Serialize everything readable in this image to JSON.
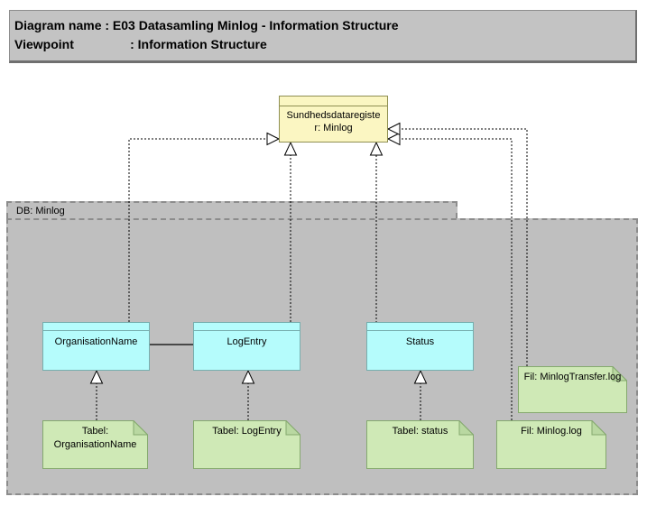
{
  "title_block": {
    "line1": "Diagram name : E03 Datasamling Minlog - Information Structure",
    "line2": "Viewpoint                : Information Structure"
  },
  "group": {
    "label": "DB: Minlog"
  },
  "register": {
    "name": "Sundhedsdataregister: Minlog",
    "label_lines": [
      "Sundhedsdataregiste",
      "r: Minlog"
    ]
  },
  "entities": [
    {
      "label": "OrganisationName"
    },
    {
      "label": "LogEntry"
    },
    {
      "label": "Status"
    }
  ],
  "notes": [
    {
      "label": "Tabel: OrganisationName"
    },
    {
      "label": "Tabel: LogEntry"
    },
    {
      "label": "Tabel: status"
    },
    {
      "label": "Fil: Minlog.log"
    },
    {
      "label": "Fil: MinlogTransfer.log"
    }
  ],
  "colors": {
    "titlebar_fill": "#c3c3c3",
    "titlebar_border": "#6f6f6f",
    "group_fill": "#bfbfbf",
    "group_border": "#8c8c8c",
    "register_fill": "#fbf6c2",
    "register_border": "#8f8f52",
    "entity_fill": "#b5fcfc",
    "entity_border": "#76aeae",
    "note_fill": "#cfe9b6",
    "note_fold": "#b9d8a1",
    "note_border": "#85a96e",
    "connector": "#000000"
  }
}
